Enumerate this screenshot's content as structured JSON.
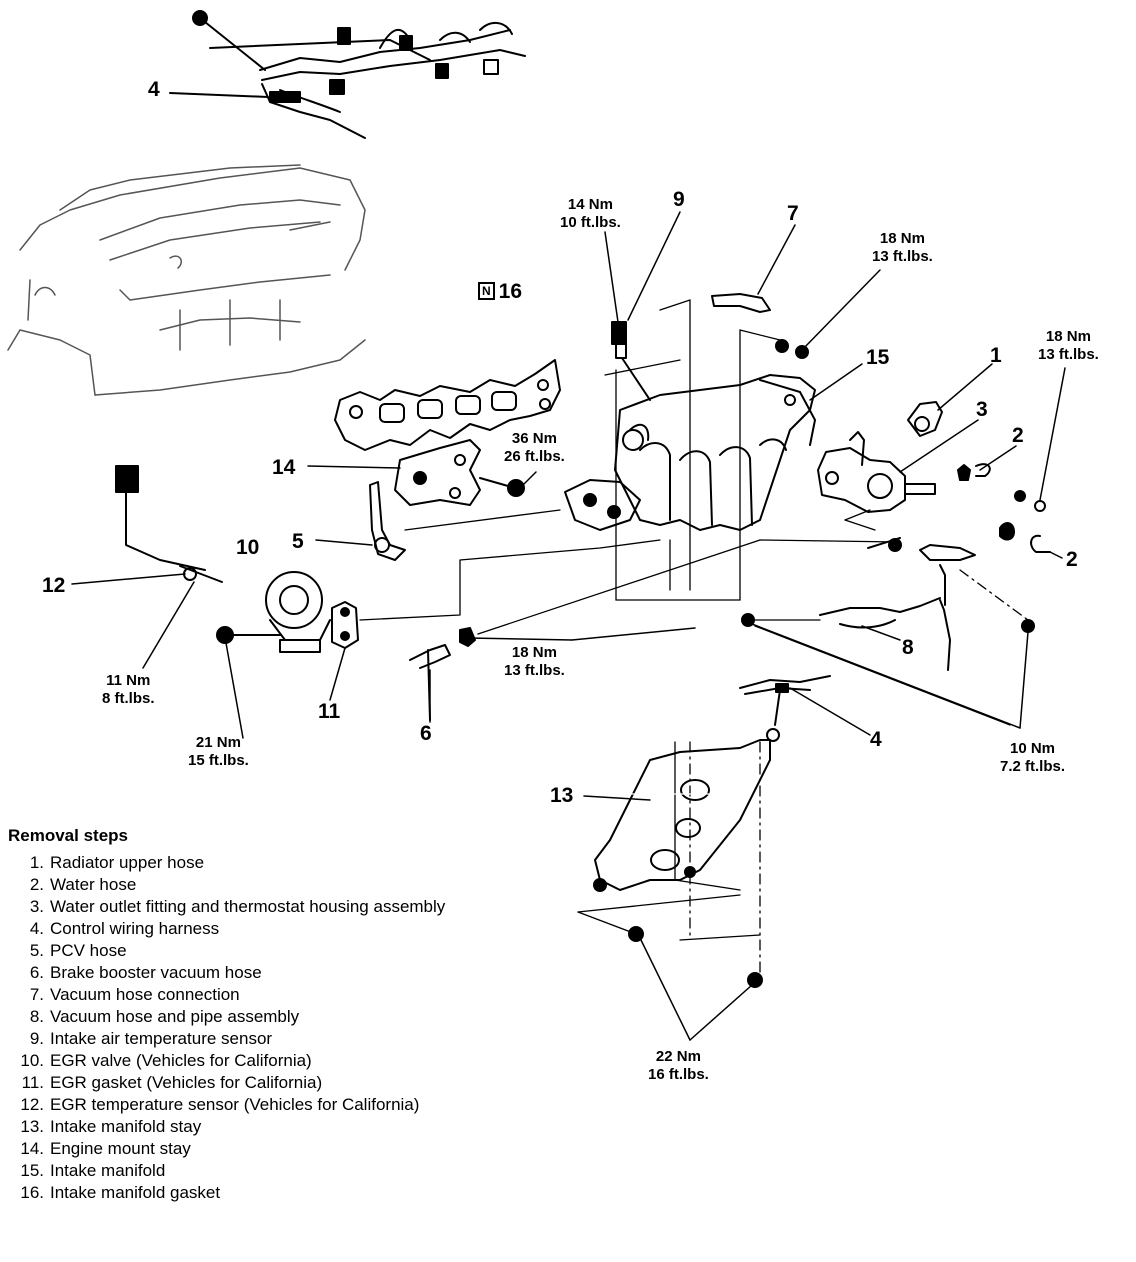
{
  "callouts": {
    "c4_top": "4",
    "c9": "9",
    "c7": "7",
    "c16": "16",
    "c16_badge": "N",
    "c15": "15",
    "c1": "1",
    "c3": "3",
    "c2_top": "2",
    "c2_bottom": "2",
    "c14": "14",
    "c5": "5",
    "c10": "10",
    "c12": "12",
    "c11": "11",
    "c6": "6",
    "c8": "8",
    "c4_bottom": "4",
    "c13": "13"
  },
  "torques": {
    "t_14nm": {
      "nm": "14 Nm",
      "ft": "10 ft.lbs."
    },
    "t_18nm_a": {
      "nm": "18 Nm",
      "ft": "13 ft.lbs."
    },
    "t_18nm_b": {
      "nm": "18 Nm",
      "ft": "13 ft.lbs."
    },
    "t_36nm": {
      "nm": "36 Nm",
      "ft": "26 ft.lbs."
    },
    "t_11nm": {
      "nm": "11 Nm",
      "ft": "8 ft.lbs."
    },
    "t_21nm": {
      "nm": "21 Nm",
      "ft": "15 ft.lbs."
    },
    "t_18nm_c": {
      "nm": "18 Nm",
      "ft": "13 ft.lbs."
    },
    "t_10nm": {
      "nm": "10 Nm",
      "ft": "7.2 ft.lbs."
    },
    "t_22nm": {
      "nm": "22 Nm",
      "ft": "16 ft.lbs."
    }
  },
  "removal_steps": {
    "title": "Removal steps",
    "items": [
      {
        "n": "1.",
        "text": "Radiator upper hose"
      },
      {
        "n": "2.",
        "text": "Water hose"
      },
      {
        "n": "3.",
        "text": "Water outlet fitting and thermostat housing assembly"
      },
      {
        "n": "4.",
        "text": "Control wiring harness"
      },
      {
        "n": "5.",
        "text": "PCV hose"
      },
      {
        "n": "6.",
        "text": "Brake booster vacuum hose"
      },
      {
        "n": "7.",
        "text": "Vacuum hose connection"
      },
      {
        "n": "8.",
        "text": "Vacuum hose and pipe assembly"
      },
      {
        "n": "9.",
        "text": "Intake air temperature sensor"
      },
      {
        "n": "10.",
        "text": "EGR valve (Vehicles for California)"
      },
      {
        "n": "11.",
        "text": "EGR gasket (Vehicles for California)"
      },
      {
        "n": "12.",
        "text": "EGR temperature sensor (Vehicles for California)"
      },
      {
        "n": "13.",
        "text": "Intake manifold stay"
      },
      {
        "n": "14.",
        "text": "Engine mount stay"
      },
      {
        "n": "15.",
        "text": "Intake manifold"
      },
      {
        "n": "16.",
        "text": "Intake manifold gasket"
      }
    ]
  }
}
